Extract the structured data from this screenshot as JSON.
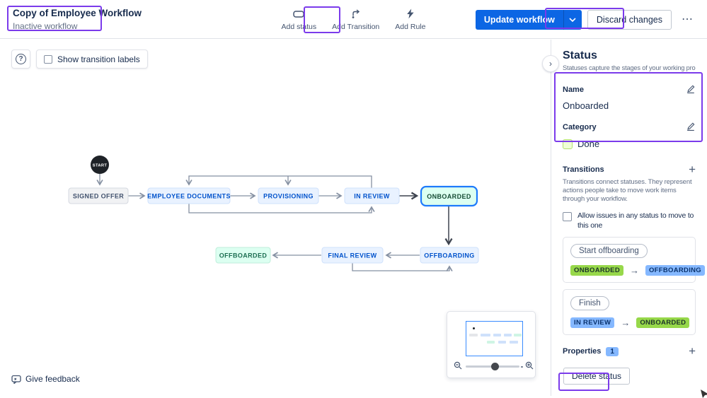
{
  "colors": {
    "accent_blue": "#0C66E4",
    "annotation_purple": "#7B3BEB",
    "selected_node_border": "#1D7AFC",
    "node_blue_bg": "#E9F2FF",
    "node_green_bg": "#DCFFF1",
    "node_gray_bg": "#F1F2F4",
    "lozenge_green_bg": "#97D84A",
    "lozenge_blue_bg": "#85B8FF"
  },
  "header": {
    "title": "Copy of Employee Workflow",
    "subtitle": "Inactive workflow",
    "toolbar": [
      {
        "label": "Add status"
      },
      {
        "label": "Add Transition"
      },
      {
        "label": "Add Rule"
      }
    ],
    "update_button": "Update workflow",
    "discard_button": "Discard changes",
    "more_button": "⋯"
  },
  "canvas": {
    "help_button": "?",
    "show_transition_labels": "Show transition labels",
    "give_feedback": "Give feedback",
    "start_node": "START",
    "nodes": [
      {
        "label": "SIGNED OFFER",
        "category": "todo"
      },
      {
        "label": "EMPLOYEE DOCUMENTS",
        "category": "inprogress"
      },
      {
        "label": "PROVISIONING",
        "category": "inprogress"
      },
      {
        "label": "IN REVIEW",
        "category": "inprogress"
      },
      {
        "label": "ONBOARDED",
        "category": "done",
        "selected": true
      },
      {
        "label": "OFFBOARDED",
        "category": "done"
      },
      {
        "label": "FINAL REVIEW",
        "category": "inprogress"
      },
      {
        "label": "OFFBOARDING",
        "category": "inprogress"
      }
    ]
  },
  "sidebar": {
    "title": "Status",
    "subtitle": "Statuses capture the stages of your working process.",
    "name_label": "Name",
    "name_value": "Onboarded",
    "category_label": "Category",
    "category_value": "Done",
    "transitions": {
      "label": "Transitions",
      "description": "Transitions connect statuses. They represent actions people take to move work items through your workflow.",
      "allow_checkbox": "Allow issues in any status to move to this one",
      "arrow": "→",
      "items": [
        {
          "name": "Start offboarding",
          "from": "ONBOARDED",
          "to": "OFFBOARDING"
        },
        {
          "name": "Finish",
          "from": "IN REVIEW",
          "to": "ONBOARDED"
        }
      ]
    },
    "properties_label": "Properties",
    "properties_count": "1",
    "delete_button": "Delete status"
  }
}
